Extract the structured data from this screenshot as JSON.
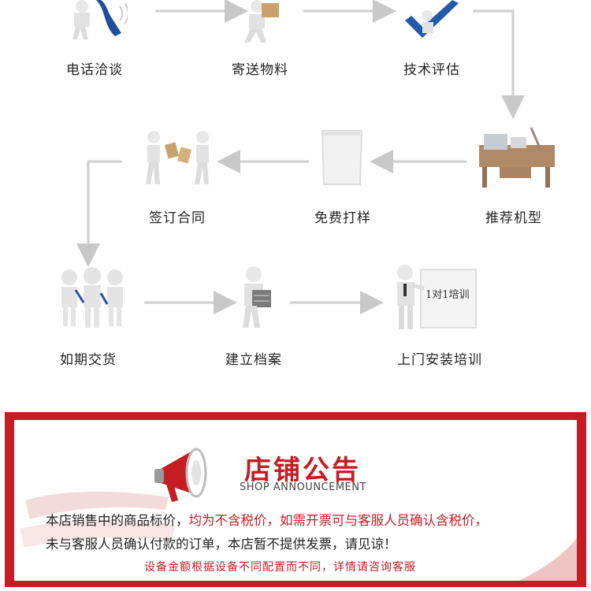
{
  "steps": [
    {
      "id": "phone",
      "label": "电话洽谈",
      "icon": "phone-call-figure-icon"
    },
    {
      "id": "send",
      "label": "寄送物料",
      "icon": "carry-box-figure-icon"
    },
    {
      "id": "eval",
      "label": "技术评估",
      "icon": "checkmark-figure-icon"
    },
    {
      "id": "recommend",
      "label": "推荐机型",
      "icon": "machine-icon"
    },
    {
      "id": "sample",
      "label": "免费打样",
      "icon": "sample-bag-icon"
    },
    {
      "id": "contract",
      "label": "签订合同",
      "icon": "handshake-figures-icon"
    },
    {
      "id": "deliver",
      "label": "如期交货",
      "icon": "team-figures-icon"
    },
    {
      "id": "archive",
      "label": "建立档案",
      "icon": "archive-figure-icon"
    },
    {
      "id": "training",
      "label": "上门安装培训",
      "icon": "whiteboard-figure-icon"
    }
  ],
  "board_text": "1对1培训",
  "notice": {
    "title": "店铺公告",
    "subtitle": "SHOP ANNOUNCEMENT",
    "line1_a": "本店销售中的商品标价，",
    "line1_b": "均为不含税价，如需开票可与客服人员确认含税价，",
    "line2": "未与客服人员确认付款的订单，本店暂不提供发票，请见谅！",
    "footnote": "设备金额根据设备不同配置而不同，详情请咨询客服"
  },
  "colors": {
    "accent": "#c41e24",
    "arrow": "#c8c8c8",
    "figure": "#e6e6e6"
  }
}
